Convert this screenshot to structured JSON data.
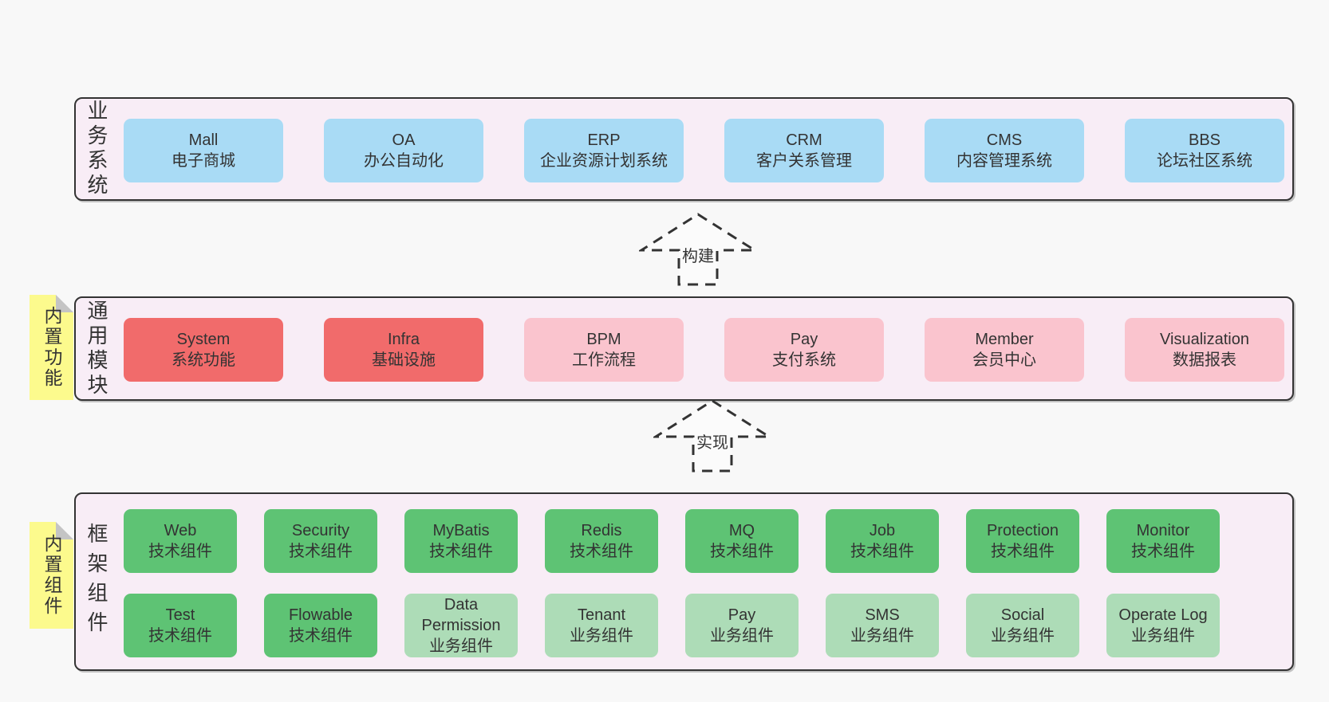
{
  "palette": {
    "page_bg": "#f8f8f8",
    "panel_bg": "#f8edf6",
    "panel_border": "#333333",
    "text": "#333333",
    "blue": "#a9dbf5",
    "red": "#f16b6b",
    "pink": "#fac4ce",
    "green_dark": "#5ec374",
    "green_light": "#addcb7",
    "sticky_yellow": "#fcfa8d",
    "sticky_fold": "#c4c4c4",
    "arrow_fill": "#fbfbfb"
  },
  "layers": {
    "business": {
      "side_label": "业务系统",
      "boxes": [
        {
          "title": "Mall",
          "subtitle": "电子商城"
        },
        {
          "title": "OA",
          "subtitle": "办公自动化"
        },
        {
          "title": "ERP",
          "subtitle": "企业资源计划系统"
        },
        {
          "title": "CRM",
          "subtitle": "客户关系管理"
        },
        {
          "title": "CMS",
          "subtitle": "内容管理系统"
        },
        {
          "title": "BBS",
          "subtitle": "论坛社区系统"
        }
      ]
    },
    "modules": {
      "side_label": "通用模块",
      "sticky_label": "内置功能",
      "boxes": [
        {
          "title": "System",
          "subtitle": "系统功能"
        },
        {
          "title": "Infra",
          "subtitle": "基础设施"
        },
        {
          "title": "BPM",
          "subtitle": "工作流程"
        },
        {
          "title": "Pay",
          "subtitle": "支付系统"
        },
        {
          "title": "Member",
          "subtitle": "会员中心"
        },
        {
          "title": "Visualization",
          "subtitle": "数据报表"
        }
      ]
    },
    "framework": {
      "side_label": "框架组件",
      "sticky_label": "内置组件",
      "row1": [
        {
          "title": "Web",
          "subtitle": "技术组件"
        },
        {
          "title": "Security",
          "subtitle": "技术组件"
        },
        {
          "title": "MyBatis",
          "subtitle": "技术组件"
        },
        {
          "title": "Redis",
          "subtitle": "技术组件"
        },
        {
          "title": "MQ",
          "subtitle": "技术组件"
        },
        {
          "title": "Job",
          "subtitle": "技术组件"
        },
        {
          "title": "Protection",
          "subtitle": "技术组件"
        },
        {
          "title": "Monitor",
          "subtitle": "技术组件"
        }
      ],
      "row2": [
        {
          "title": "Test",
          "subtitle": "技术组件"
        },
        {
          "title": "Flowable",
          "subtitle": "技术组件"
        },
        {
          "title": "Data Permission",
          "subtitle": "业务组件"
        },
        {
          "title": "Tenant",
          "subtitle": "业务组件"
        },
        {
          "title": "Pay",
          "subtitle": "业务组件"
        },
        {
          "title": "SMS",
          "subtitle": "业务组件"
        },
        {
          "title": "Social",
          "subtitle": "业务组件"
        },
        {
          "title": "Operate Log",
          "subtitle": "业务组件"
        }
      ]
    }
  },
  "arrows": [
    {
      "label": "构建"
    },
    {
      "label": "实现"
    }
  ]
}
